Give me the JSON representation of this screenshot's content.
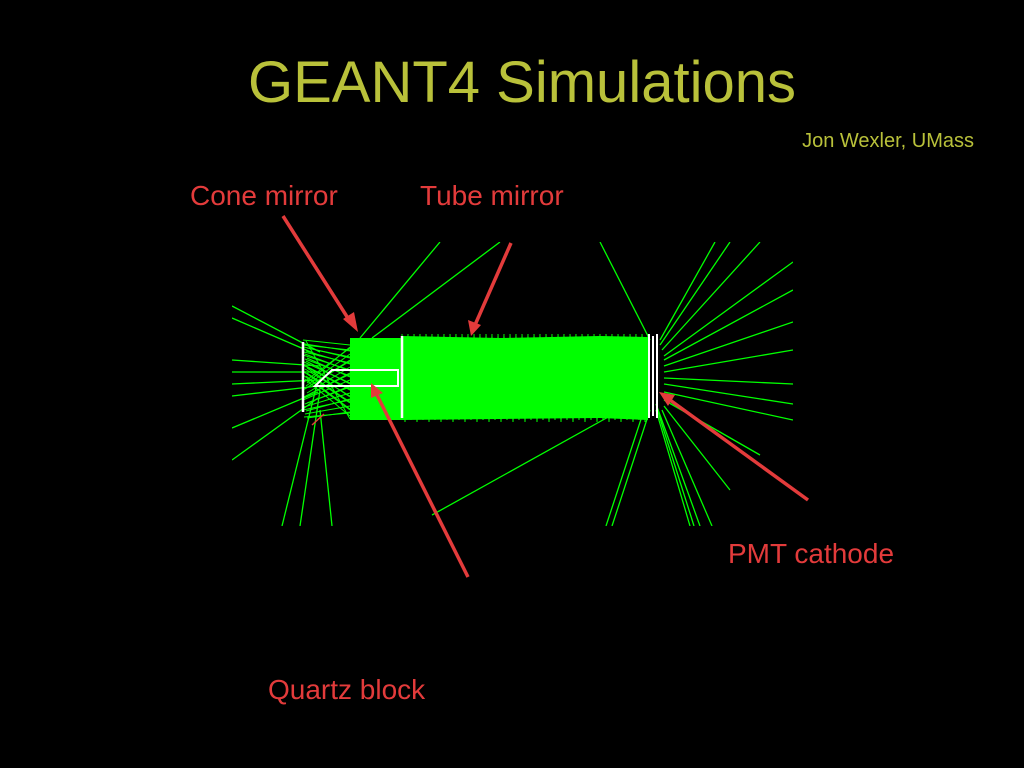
{
  "slide": {
    "title": "GEANT4 Simulations",
    "author": "Jon Wexler, UMass"
  },
  "labels": {
    "cone_mirror": "Cone mirror",
    "tube_mirror": "Tube mirror",
    "pmt_cathode": "PMT cathode",
    "quartz_block": "Quartz block"
  },
  "colors": {
    "title": "#b9c13a",
    "label": "#e33b3b",
    "tracks": "#00ff00",
    "detector_outline": "#ffffff",
    "background": "#000000"
  }
}
